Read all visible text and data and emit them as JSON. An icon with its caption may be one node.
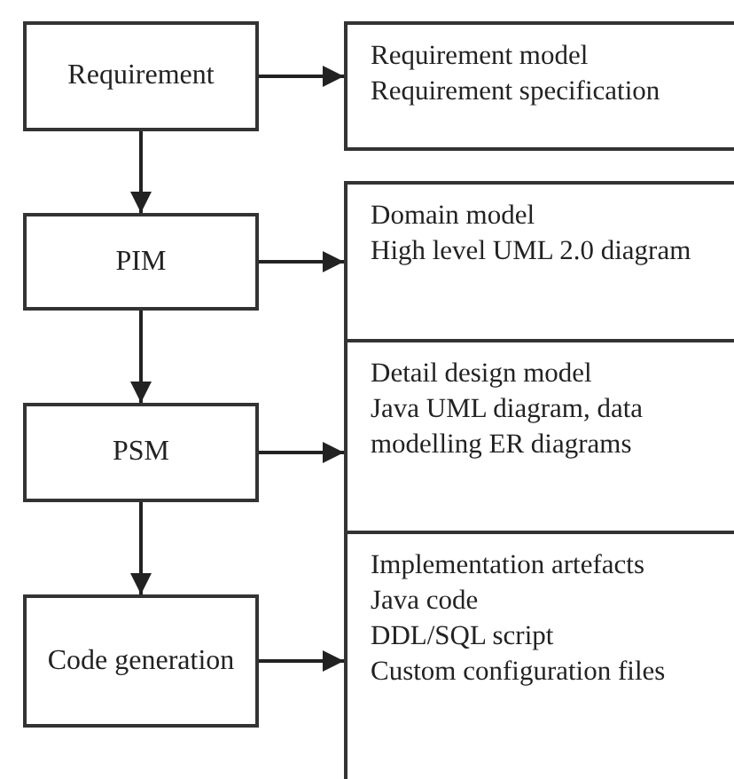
{
  "diagram": {
    "nodes": [
      {
        "text": [
          "Requirement"
        ]
      },
      {
        "text": [
          "Requirement model",
          "Requirement specification"
        ]
      },
      {
        "text": [
          "PIM"
        ]
      },
      {
        "text": [
          "Domain model",
          "High level UML 2.0 diagram"
        ]
      },
      {
        "text": [
          "PSM"
        ]
      },
      {
        "text": [
          "Detail design model",
          "Java UML diagram, data modelling ER diagrams"
        ]
      },
      {
        "text": [
          "Code generation"
        ]
      },
      {
        "text": [
          "Implementation artefacts",
          "Java code",
          "DDL/SQL script",
          "Custom configuration files"
        ]
      }
    ],
    "edges": [
      {
        "from": 0,
        "to": 2,
        "arrow": "to"
      },
      {
        "from": 2,
        "to": 4,
        "arrow": "to"
      },
      {
        "from": 4,
        "to": 6,
        "arrow": "to"
      },
      {
        "from": 0,
        "to": 1,
        "arrow": "to"
      },
      {
        "from": 2,
        "to": 3,
        "arrow": "to"
      },
      {
        "from": 4,
        "to": 5,
        "arrow": "to"
      },
      {
        "from": 6,
        "to": 7,
        "arrow": "to"
      }
    ]
  }
}
